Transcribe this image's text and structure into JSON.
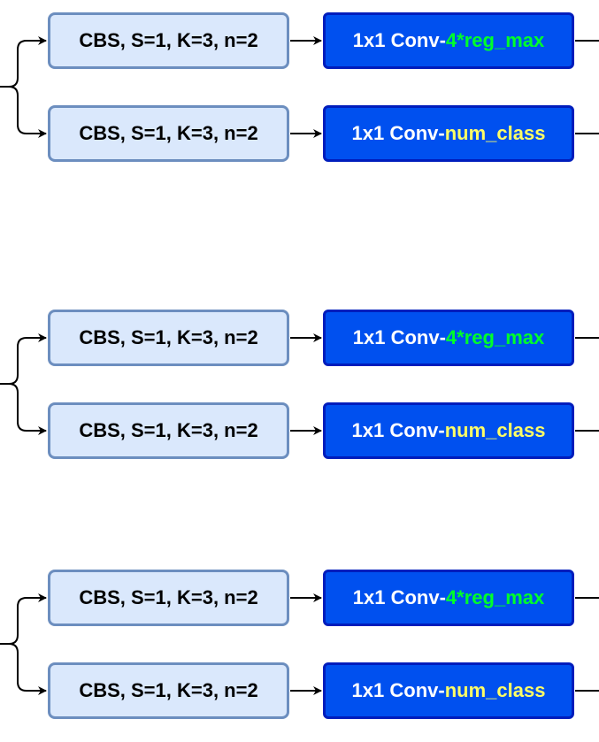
{
  "colors": {
    "cbs_fill": "#dae8fc",
    "cbs_border": "#6c8ebf",
    "conv_fill": "#0050ef",
    "conv_border": "#001dbc",
    "reg_highlight": "#00ff2a",
    "cls_highlight": "#ffff66",
    "line": "#000000"
  },
  "heads": [
    {
      "reg_branch": {
        "cbs": "CBS, S=1, K=3, n=2",
        "conv_prefix": "1x1 Conv-",
        "conv_param": "4*reg_max"
      },
      "cls_branch": {
        "cbs": "CBS, S=1, K=3, n=2",
        "conv_prefix": "1x1 Conv-",
        "conv_param": "num_class"
      }
    },
    {
      "reg_branch": {
        "cbs": "CBS, S=1, K=3, n=2",
        "conv_prefix": "1x1 Conv-",
        "conv_param": "4*reg_max"
      },
      "cls_branch": {
        "cbs": "CBS, S=1, K=3, n=2",
        "conv_prefix": "1x1 Conv-",
        "conv_param": "num_class"
      }
    },
    {
      "reg_branch": {
        "cbs": "CBS, S=1, K=3, n=2",
        "conv_prefix": "1x1 Conv-",
        "conv_param": "4*reg_max"
      },
      "cls_branch": {
        "cbs": "CBS, S=1, K=3, n=2",
        "conv_prefix": "1x1 Conv-",
        "conv_param": "num_class"
      }
    }
  ]
}
